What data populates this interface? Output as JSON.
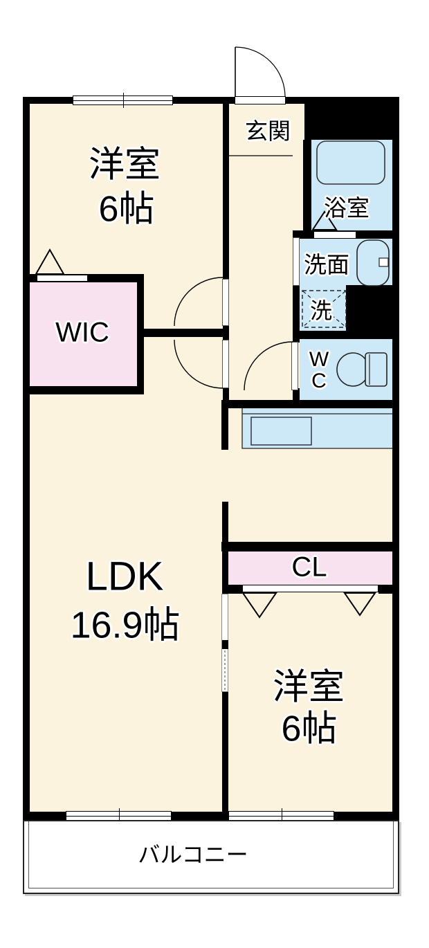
{
  "plan": {
    "labels": {
      "bedroom1_name": "洋室",
      "bedroom1_size": "6帖",
      "entrance": "玄関",
      "bathroom": "浴室",
      "washroom": "洗面",
      "laundry": "洗",
      "wc_line1": "W",
      "wc_line2": "C",
      "wic": "WIC",
      "ldk_name": "LDK",
      "ldk_size": "16.9帖",
      "closet": "CL",
      "bedroom2_name": "洋室",
      "bedroom2_size": "6帖",
      "balcony": "バルコニー"
    },
    "colors": {
      "floor": "#FCF3DF",
      "wet_area": "#CDE9F7",
      "storage": "#F8E2EF",
      "wall": "#000000",
      "balcony_fill": "#FFFFFF"
    }
  }
}
